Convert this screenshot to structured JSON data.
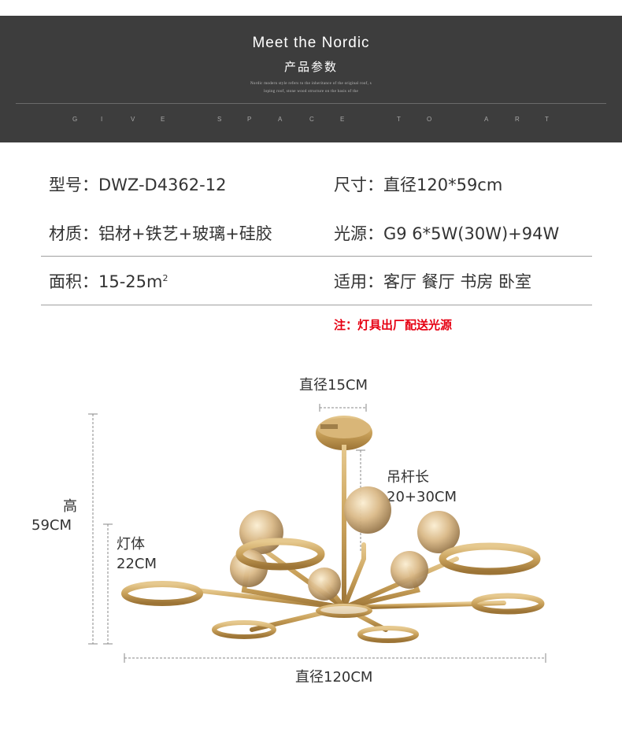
{
  "header": {
    "title_en": "Meet the Nordic",
    "title_cn": "产品参数",
    "tagline_line1": "Nordic modern style refers to the inheritance of the original roof, s",
    "tagline_line2": "loping roof, stone wood structure on the basis of the",
    "spaced_letters": [
      "G",
      "I",
      "V",
      "E",
      "S",
      "P",
      "A",
      "C",
      "E",
      "T",
      "O",
      "A",
      "R",
      "T"
    ]
  },
  "specs": {
    "model": "型号：DWZ-D4362-12",
    "size": "尺寸：直径120*59cm",
    "material": "材质：铝材+铁艺+玻璃+硅胶",
    "light_source": "光源：G9 6*5W(30W)+94W",
    "area_text": "面积：15-25m",
    "area_sup": "2",
    "usage": "适用：客厅 餐厅 书房 卧室"
  },
  "note": "注：灯具出厂配送光源",
  "diagram": {
    "canopy_diameter": "直径15CM",
    "rod_label": "吊杆长",
    "rod_value": "20+30CM",
    "height_label": "高",
    "height_value": "59CM",
    "body_label": "灯体",
    "body_value": "22CM",
    "total_diameter": "直径120CM"
  },
  "colors": {
    "header_bg": "#3d3d3d",
    "gold": "#c9a15a",
    "note_red": "#e60012"
  }
}
